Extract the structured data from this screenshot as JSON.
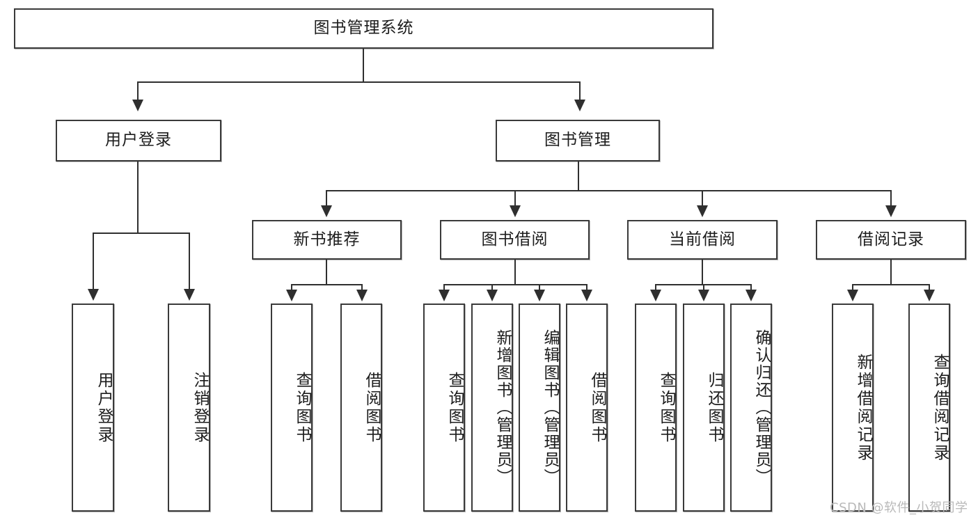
{
  "diagram": {
    "title": "图书管理系统",
    "type": "tree-hierarchy-chart",
    "root": {
      "label": "图书管理系统"
    },
    "level2": [
      {
        "label": "用户登录"
      },
      {
        "label": "图书管理"
      }
    ],
    "level3": [
      {
        "label": "新书推荐"
      },
      {
        "label": "图书借阅"
      },
      {
        "label": "当前借阅"
      },
      {
        "label": "借阅记录"
      }
    ],
    "leaves": {
      "user_login": [
        {
          "label": "用户登录"
        },
        {
          "label": "注销登录"
        }
      ],
      "new_book_recommend": [
        {
          "label": "查询图书"
        },
        {
          "label": "借阅图书"
        }
      ],
      "book_borrow": [
        {
          "label": "查询图书"
        },
        {
          "label": "新增图书（管理员）"
        },
        {
          "label": "编辑图书（管理员）"
        },
        {
          "label": "借阅图书"
        }
      ],
      "current_borrow": [
        {
          "label": "查询图书"
        },
        {
          "label": "归还图书"
        },
        {
          "label": "确认归还（管理员）"
        }
      ],
      "borrow_record": [
        {
          "label": "新增借阅记录"
        },
        {
          "label": "查询借阅记录"
        }
      ]
    }
  },
  "watermark": {
    "text": "CSDN @软件_小贺同学"
  },
  "colors": {
    "box_border": "#3a3a3a",
    "line": "#2f2f2f",
    "text": "#1c1c1c",
    "background": "#ffffff",
    "watermark": "#b9b9b9"
  }
}
